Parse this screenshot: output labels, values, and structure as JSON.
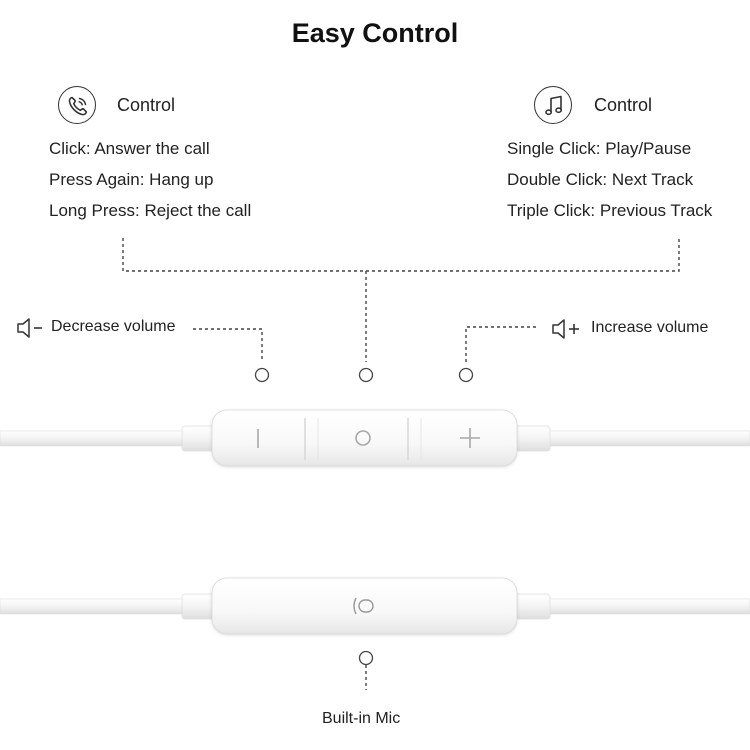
{
  "title": "Easy Control",
  "call_control": {
    "icon": "phone-icon",
    "heading": "Control",
    "lines": [
      "Click: Answer the call",
      "Press Again: Hang up",
      "Long Press: Reject the call"
    ]
  },
  "music_control": {
    "icon": "music-note-icon",
    "heading": "Control",
    "lines": [
      "Single Click: Play/Pause",
      "Double Click: Next Track",
      "Triple Click: Previous  Track"
    ]
  },
  "volume": {
    "decrease_label": "Decrease volume",
    "increase_label": "Increase volume",
    "decrease_icon": "speaker-minus-icon",
    "increase_icon": "speaker-plus-icon"
  },
  "mic": {
    "label": "Built-in Mic",
    "icon": "microphone-icon"
  },
  "colors": {
    "cable": "#f2f2f2",
    "dash": "#444444",
    "text": "#222222"
  }
}
